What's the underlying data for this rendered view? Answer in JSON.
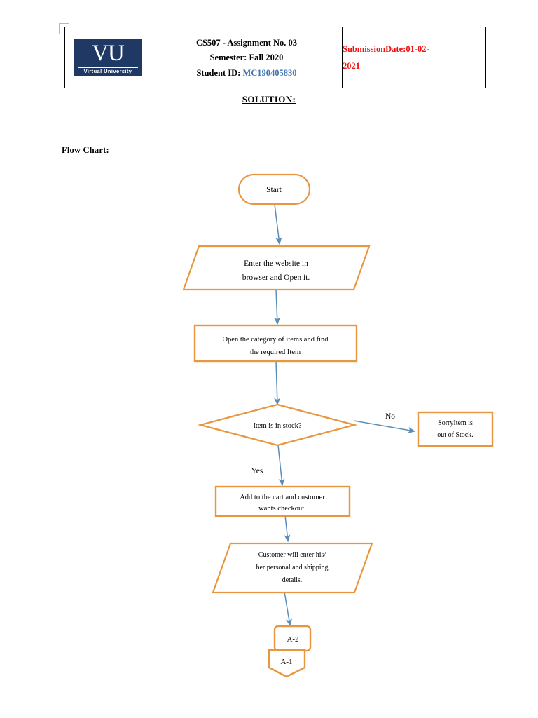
{
  "document": {
    "header": {
      "logo": {
        "mark": "VU",
        "name": "Virtual University",
        "brand_color": "#1F3864"
      },
      "info": {
        "line1": "CS507 - Assignment No. 03",
        "line2": "Semester:  Fall 2020",
        "student_id_label": "Student ID:",
        "student_id_value": "MC190405830",
        "student_id_color": "#4273B2"
      },
      "submission": {
        "label": "Submission",
        "date_label": "Date:",
        "date_part1": "01-02-",
        "date_part2": "2021",
        "color": "#EE1111"
      }
    },
    "solution_title": "SOLUTION:",
    "flowchart_title": "Flow Chart:"
  },
  "chart_data": {
    "type": "diagram",
    "title": "Flow Chart",
    "shape_border_color": "#E8963F",
    "connector_color": "#5B8DB8",
    "nodes": [
      {
        "id": "start",
        "shape": "terminator",
        "label": "Start"
      },
      {
        "id": "enter-site",
        "shape": "parallelogram",
        "label_lines": [
          "Enter the website in",
          "browser and Open it."
        ]
      },
      {
        "id": "open-cat",
        "shape": "process",
        "label_lines": [
          "Open the category of items and find",
          "the required Item"
        ]
      },
      {
        "id": "in-stock",
        "shape": "decision",
        "label": "Item is in stock?"
      },
      {
        "id": "out-stock",
        "shape": "process",
        "label_lines": [
          "SorryItem is",
          "out of Stock."
        ]
      },
      {
        "id": "add-cart",
        "shape": "process",
        "label_lines": [
          "Add to the cart and customer",
          "wants checkout."
        ]
      },
      {
        "id": "enter-info",
        "shape": "parallelogram",
        "label_lines": [
          "Customer will enter his/",
          "her  personal and shipping",
          "details."
        ]
      },
      {
        "id": "a2",
        "shape": "rounded-rect",
        "label": "A-2"
      },
      {
        "id": "a1",
        "shape": "pentagon-down",
        "label": "A-1"
      }
    ],
    "edges": [
      {
        "from": "start",
        "to": "enter-site",
        "label": ""
      },
      {
        "from": "enter-site",
        "to": "open-cat",
        "label": ""
      },
      {
        "from": "open-cat",
        "to": "in-stock",
        "label": ""
      },
      {
        "from": "in-stock",
        "to": "out-stock",
        "label": "No"
      },
      {
        "from": "in-stock",
        "to": "add-cart",
        "label": "Yes"
      },
      {
        "from": "add-cart",
        "to": "enter-info",
        "label": ""
      },
      {
        "from": "enter-info",
        "to": "a2",
        "label": ""
      }
    ]
  }
}
